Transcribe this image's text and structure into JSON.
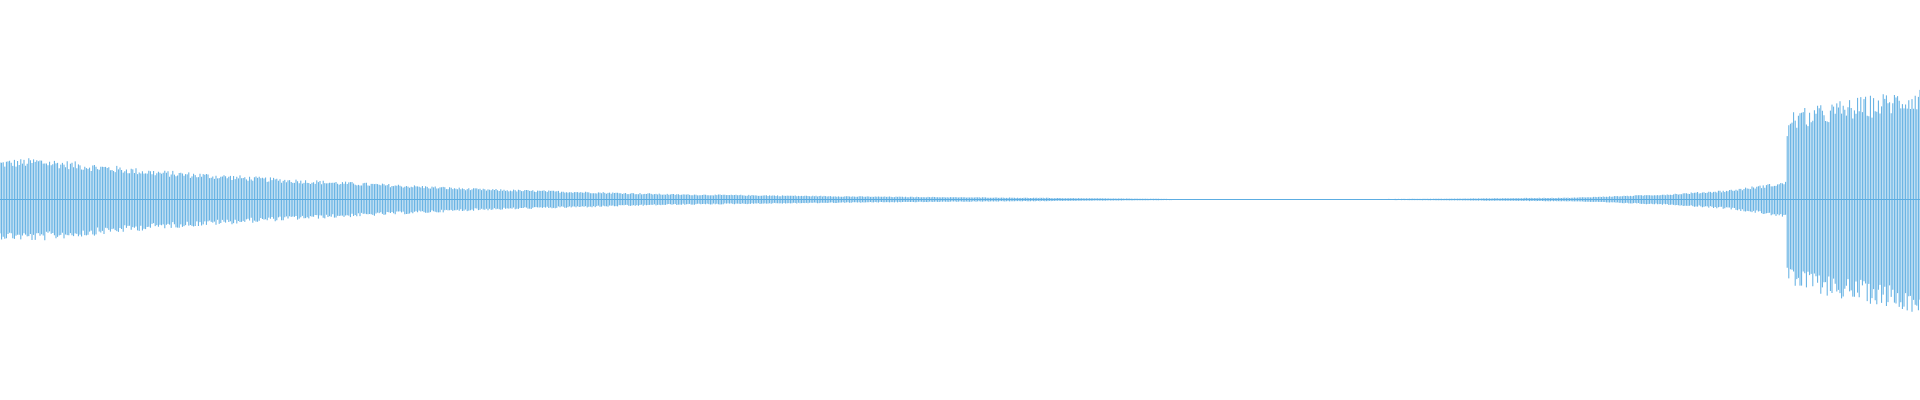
{
  "waveform": {
    "color": "#5dade2",
    "background": "#ffffff",
    "envelope": [
      {
        "t": 0.0,
        "amp": 0.2
      },
      {
        "t": 0.02,
        "amp": 0.21
      },
      {
        "t": 0.08,
        "amp": 0.15
      },
      {
        "t": 0.15,
        "amp": 0.105
      },
      {
        "t": 0.25,
        "amp": 0.055
      },
      {
        "t": 0.35,
        "amp": 0.028
      },
      {
        "t": 0.45,
        "amp": 0.016
      },
      {
        "t": 0.55,
        "amp": 0.008
      },
      {
        "t": 0.62,
        "amp": 0.002
      },
      {
        "t": 0.68,
        "amp": 0.001
      },
      {
        "t": 0.75,
        "amp": 0.004
      },
      {
        "t": 0.82,
        "amp": 0.01
      },
      {
        "t": 0.87,
        "amp": 0.028
      },
      {
        "t": 0.9,
        "amp": 0.048
      },
      {
        "t": 0.93,
        "amp": 0.09
      },
      {
        "t": 0.931,
        "amp": 0.44
      },
      {
        "t": 0.96,
        "amp": 0.5
      },
      {
        "t": 0.985,
        "amp": 0.54
      },
      {
        "t": 1.0,
        "amp": 0.57
      }
    ]
  }
}
